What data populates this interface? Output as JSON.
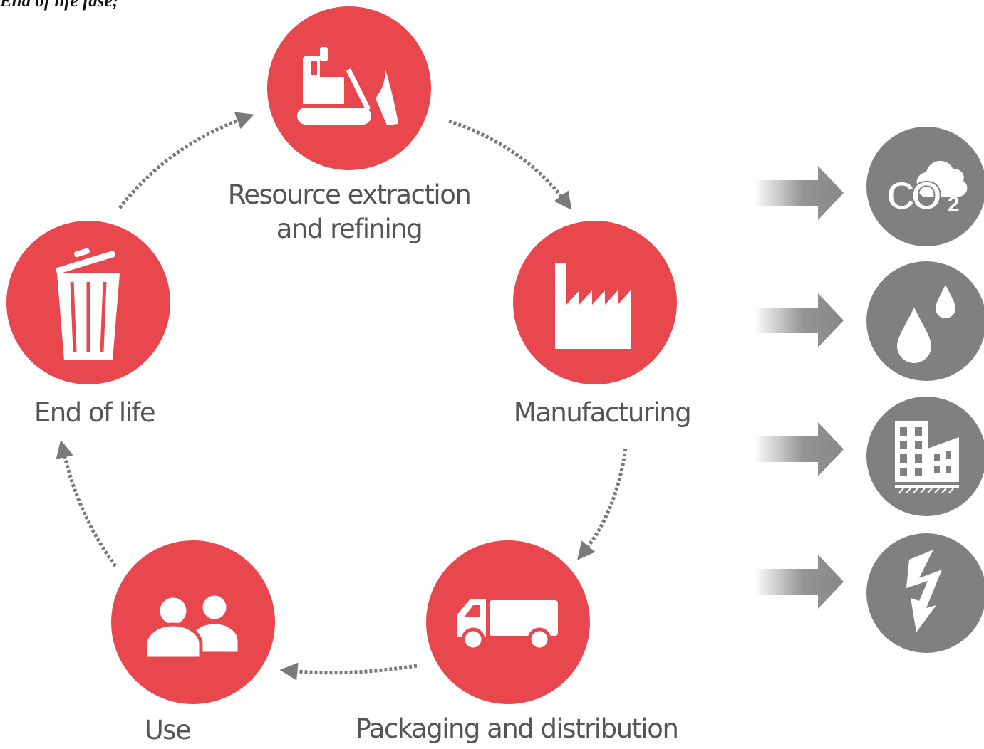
{
  "caption": "End of life fase;",
  "colors": {
    "stage_fill": "#e8474d",
    "impact_fill": "#808080",
    "arrow": "#7a7a7a",
    "label_text": "#555555"
  },
  "stages": [
    {
      "label_line1": "Resource extraction",
      "label_line2": "and refining",
      "icon": "bulldozer-icon"
    },
    {
      "label": "Manufacturing",
      "icon": "factory-icon"
    },
    {
      "label": "Packaging and distribution",
      "icon": "truck-icon"
    },
    {
      "label": "Use",
      "icon": "people-icon"
    },
    {
      "label": "End of life",
      "icon": "trash-can-icon"
    }
  ],
  "impacts": [
    {
      "icon": "co2-cloud-icon",
      "text": "CO",
      "subscript": "2"
    },
    {
      "icon": "water-drops-icon"
    },
    {
      "icon": "buildings-icon"
    },
    {
      "icon": "lightning-icon"
    }
  ]
}
